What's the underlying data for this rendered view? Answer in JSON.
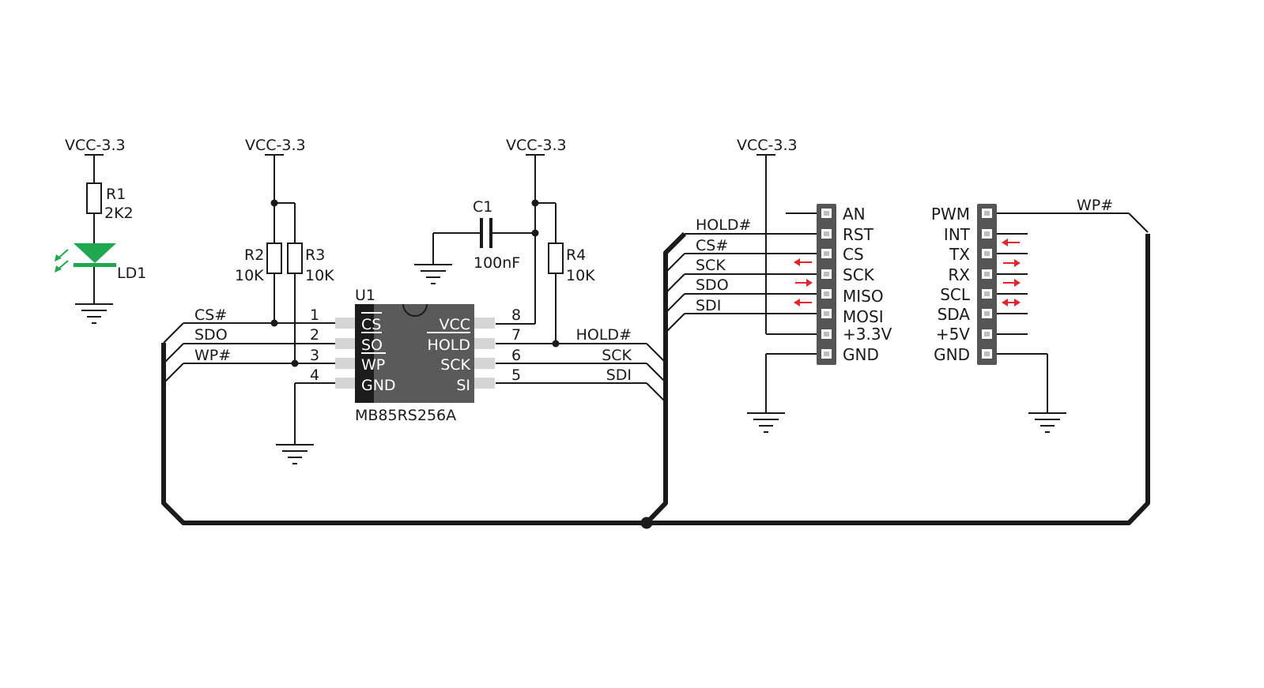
{
  "power": {
    "vcc_label": "VCC-3.3"
  },
  "resistors": [
    {
      "ref": "R1",
      "value": "2K2"
    },
    {
      "ref": "R2",
      "value": "10K"
    },
    {
      "ref": "R3",
      "value": "10K"
    },
    {
      "ref": "R4",
      "value": "10K"
    }
  ],
  "capacitor": {
    "ref": "C1",
    "value": "100nF"
  },
  "led": {
    "ref": "LD1",
    "color": "#1fa84f"
  },
  "chip": {
    "ref": "U1",
    "part": "MB85RS256A",
    "left_pins": [
      {
        "num": "1",
        "name": "CS",
        "net": "CS#"
      },
      {
        "num": "2",
        "name": "SO",
        "net": "SDO"
      },
      {
        "num": "3",
        "name": "WP",
        "net": "WP#"
      },
      {
        "num": "4",
        "name": "GND",
        "net": ""
      }
    ],
    "right_pins": [
      {
        "num": "8",
        "name": "VCC",
        "net": ""
      },
      {
        "num": "7",
        "name": "HOLD",
        "net": "HOLD#"
      },
      {
        "num": "6",
        "name": "SCK",
        "net": "SCK"
      },
      {
        "num": "5",
        "name": "SI",
        "net": "SDI"
      }
    ]
  },
  "header_left": {
    "pins": [
      "AN",
      "RST",
      "CS",
      "SCK",
      "MISO",
      "MOSI",
      "+3.3V",
      "GND"
    ],
    "nets": [
      "HOLD#",
      "CS#",
      "SCK",
      "SDO",
      "SDI"
    ]
  },
  "header_right": {
    "pins": [
      "PWM",
      "INT",
      "TX",
      "RX",
      "SCL",
      "SDA",
      "+5V",
      "GND"
    ],
    "net_pwm": "WP#"
  },
  "colors": {
    "arrow": "#e3262e",
    "chip_body": "#5a5a5a",
    "chip_stripe": "#1c1c1c",
    "header": "#555555"
  }
}
